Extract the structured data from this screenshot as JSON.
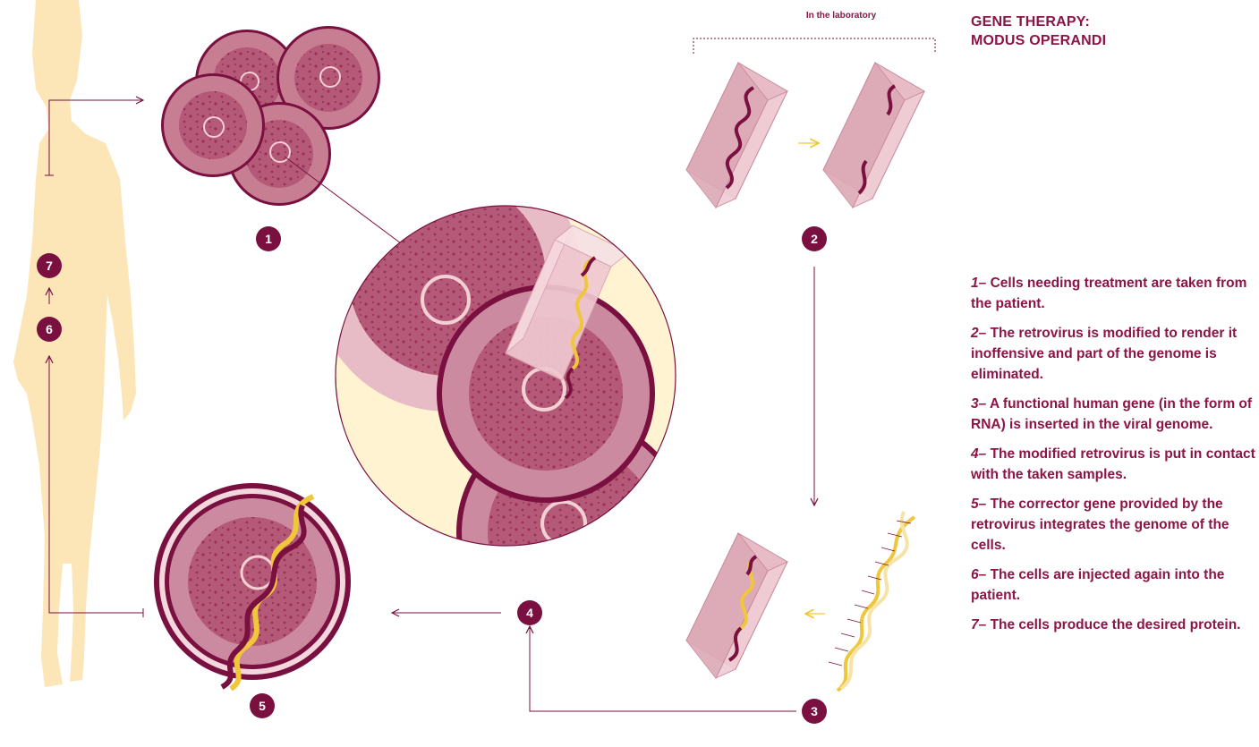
{
  "title": {
    "line1": "GENE THERAPY:",
    "line2": "MODUS OPERANDI"
  },
  "lab_label": "In the laboratory",
  "badges": {
    "b1": "1",
    "b2": "2",
    "b3": "3",
    "b4": "4",
    "b5": "5",
    "b6": "6",
    "b7": "7"
  },
  "steps": [
    {
      "num": "1–",
      "text": "Cells needing treatment are taken from the patient."
    },
    {
      "num": "2–",
      "text": "The retrovirus is modified to render it inoffensive and part of the genome is eliminated."
    },
    {
      "num": "3–",
      "text": "A functional human gene (in the form of RNA) is inserted in the viral genome."
    },
    {
      "num": "4–",
      "text": "The modified retrovirus is put in contact with the taken samples."
    },
    {
      "num": "5–",
      "text": "The corrector gene provided by the retrovirus integrates the genome of the cells."
    },
    {
      "num": "6–",
      "text": "The cells are injected again into the patient."
    },
    {
      "num": "7–",
      "text": "The cells produce the desired protein."
    }
  ],
  "colors": {
    "maroon": "#7a1040",
    "rose": "#b45a78",
    "pink_light": "#e8bcc6",
    "cream": "#fff3d2",
    "gold": "#f0c63a",
    "silhouette": "#fce6b8"
  }
}
